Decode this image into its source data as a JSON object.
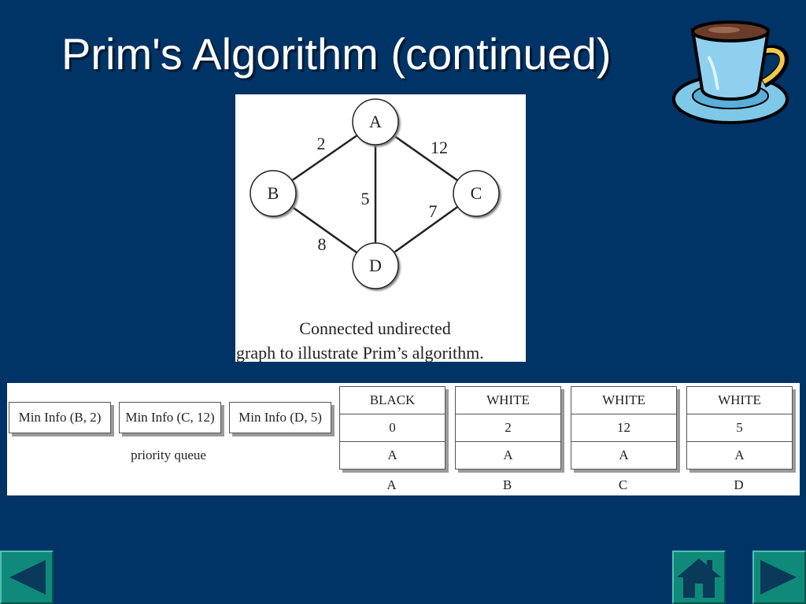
{
  "slide": {
    "title": "Prim's Algorithm (continued)",
    "background": "#003366"
  },
  "graph": {
    "nodes": [
      {
        "id": "A",
        "label": "A"
      },
      {
        "id": "B",
        "label": "B"
      },
      {
        "id": "C",
        "label": "C"
      },
      {
        "id": "D",
        "label": "D"
      }
    ],
    "edges": [
      {
        "from": "A",
        "to": "B",
        "weight": "2"
      },
      {
        "from": "A",
        "to": "C",
        "weight": "12"
      },
      {
        "from": "A",
        "to": "D",
        "weight": "5"
      },
      {
        "from": "B",
        "to": "D",
        "weight": "8"
      },
      {
        "from": "C",
        "to": "D",
        "weight": "7"
      }
    ],
    "caption_line1": "Connected undirected",
    "caption_line2": "graph to illustrate Prim’s algorithm."
  },
  "priority_queue": {
    "items": [
      "Min Info (B, 2)",
      "Min Info (C, 12)",
      "Min Info (D, 5)"
    ],
    "label": "priority queue"
  },
  "vertex_table": [
    {
      "color": "BLACK",
      "distance": "0",
      "parent": "A",
      "vertex": "A"
    },
    {
      "color": "WHITE",
      "distance": "2",
      "parent": "A",
      "vertex": "B"
    },
    {
      "color": "WHITE",
      "distance": "12",
      "parent": "A",
      "vertex": "C"
    },
    {
      "color": "WHITE",
      "distance": "5",
      "parent": "A",
      "vertex": "D"
    }
  ],
  "navigation": {
    "accent": "#0f8a7a",
    "buttons": [
      {
        "name": "previous",
        "icon": "arrow-left-icon"
      },
      {
        "name": "home",
        "icon": "home-icon"
      },
      {
        "name": "next",
        "icon": "arrow-right-icon"
      }
    ]
  }
}
